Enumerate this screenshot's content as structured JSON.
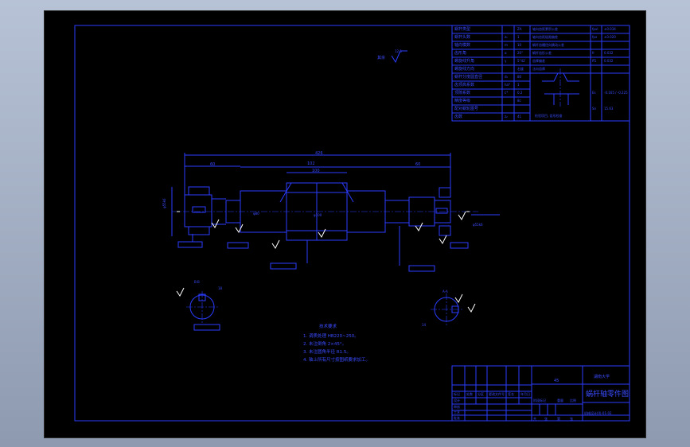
{
  "title_block": {
    "part_name": "蜗杆轴零件图",
    "material": "45",
    "school": "湖南大学",
    "drawing_no": "机械设计(II)-01-02",
    "row_labels": [
      "标记",
      "处数",
      "分区",
      "更改文件号",
      "签名",
      "年月日"
    ],
    "roles": [
      "设计",
      "审核",
      "工艺",
      "批准"
    ],
    "weight_scale_labels": [
      "阶段标记",
      "重量",
      "比例"
    ],
    "sheet_labels": [
      "共",
      "张",
      "第",
      "张"
    ]
  },
  "params_left": [
    {
      "label": "蜗杆类型",
      "sym": "",
      "val": "ZA"
    },
    {
      "label": "蜗杆头数",
      "sym": "z₁",
      "val": "1"
    },
    {
      "label": "轴向模数",
      "sym": "m",
      "val": "10"
    },
    {
      "label": "齿形角",
      "sym": "α",
      "val": "20°"
    },
    {
      "label": "螺旋线升角",
      "sym": "γ",
      "val": "5°42′"
    },
    {
      "label": "螺旋线方向",
      "sym": "",
      "val": "右旋"
    },
    {
      "label": "蜗杆分度圆直径",
      "sym": "d₁",
      "val": "80"
    },
    {
      "label": "齿顶高系数",
      "sym": "ha*",
      "val": "1"
    },
    {
      "label": "顶隙系数",
      "sym": "c*",
      "val": "0.2"
    },
    {
      "label": "精度等级",
      "sym": "",
      "val": "8c"
    },
    {
      "label": "配对蜗轮图号",
      "sym": "",
      "val": ""
    },
    {
      "label": "齿数",
      "sym": "z₂",
      "val": "41"
    }
  ],
  "params_right": [
    {
      "label": "轴向齿距累积公差",
      "sym": "fpxl",
      "val": "±0.034"
    },
    {
      "label": "轴向齿距极限偏差",
      "sym": "fpx",
      "val": "±0.020"
    },
    {
      "label": "蜗杆齿槽径向跳动公差",
      "sym": "fr",
      "val": "0.032"
    },
    {
      "label": "蜗杆齿形公差",
      "sym": "ff1",
      "val": "0.032"
    },
    {
      "label": "齿厚偏差",
      "sym": "Es",
      "val": "-0.165 / -0.225"
    },
    {
      "label": "法向齿厚",
      "sym": "Sn",
      "val": "15.63"
    }
  ],
  "params_note": "检验项目, 齿形检查",
  "roughness_other": "其余",
  "roughness_other_value": "12.5",
  "dims": {
    "overall": "426",
    "d1": "60",
    "d2": "102",
    "d3": "100",
    "d4": "60",
    "phi_left": "φ55k6",
    "phi_right": "φ55k6",
    "keyway_left": "18",
    "keyway_right": "14",
    "center_a": "φ100",
    "center_b": "φ80"
  },
  "tech_requirements": {
    "heading": "技术要求",
    "items": [
      "1. 调质处理 HB220~250。",
      "2. 未注倒角 2×45°。",
      "3. 未注圆角半径 R1.5。",
      "4. 轴上所有尺寸按图纸要求加工。"
    ]
  },
  "sections": {
    "left_label": "B-B",
    "right_label": "A-A"
  }
}
